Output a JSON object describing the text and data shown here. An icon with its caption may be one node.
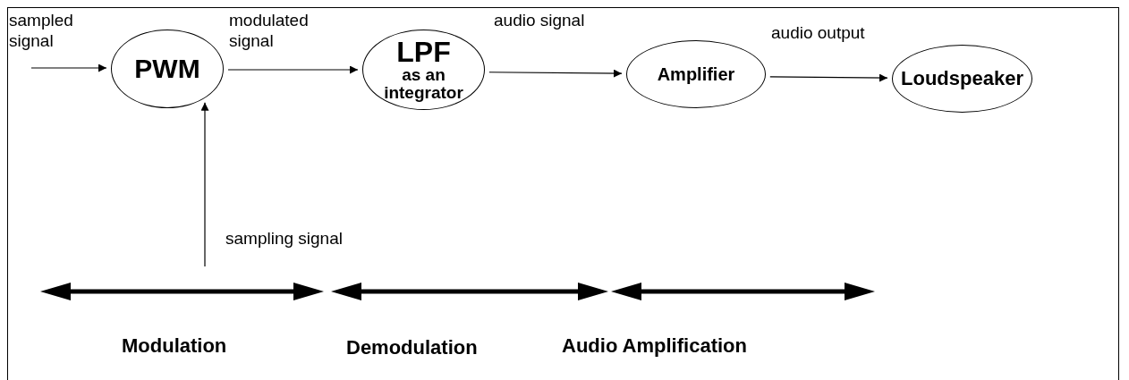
{
  "diagram": {
    "nodes": [
      {
        "text": [
          "PWM"
        ]
      },
      {
        "text": [
          "LPF",
          "as an integrator"
        ]
      },
      {
        "text": [
          "Amplifier"
        ]
      },
      {
        "text": [
          "Loudspeaker"
        ]
      }
    ],
    "edges": [
      {
        "from": null,
        "to": 0,
        "arrow": "to",
        "label": "sampled signal"
      },
      {
        "from": 0,
        "to": 1,
        "arrow": "to",
        "label": "modulated signal"
      },
      {
        "from": 1,
        "to": 2,
        "arrow": "to",
        "label": "audio signal"
      },
      {
        "from": 2,
        "to": 3,
        "arrow": "to",
        "label": "audio output"
      },
      {
        "from": null,
        "to": 0,
        "arrow": "to",
        "label": "sampling signal"
      }
    ],
    "labels": [
      "Modulation",
      "Demodulation",
      "Audio Amplification"
    ]
  }
}
